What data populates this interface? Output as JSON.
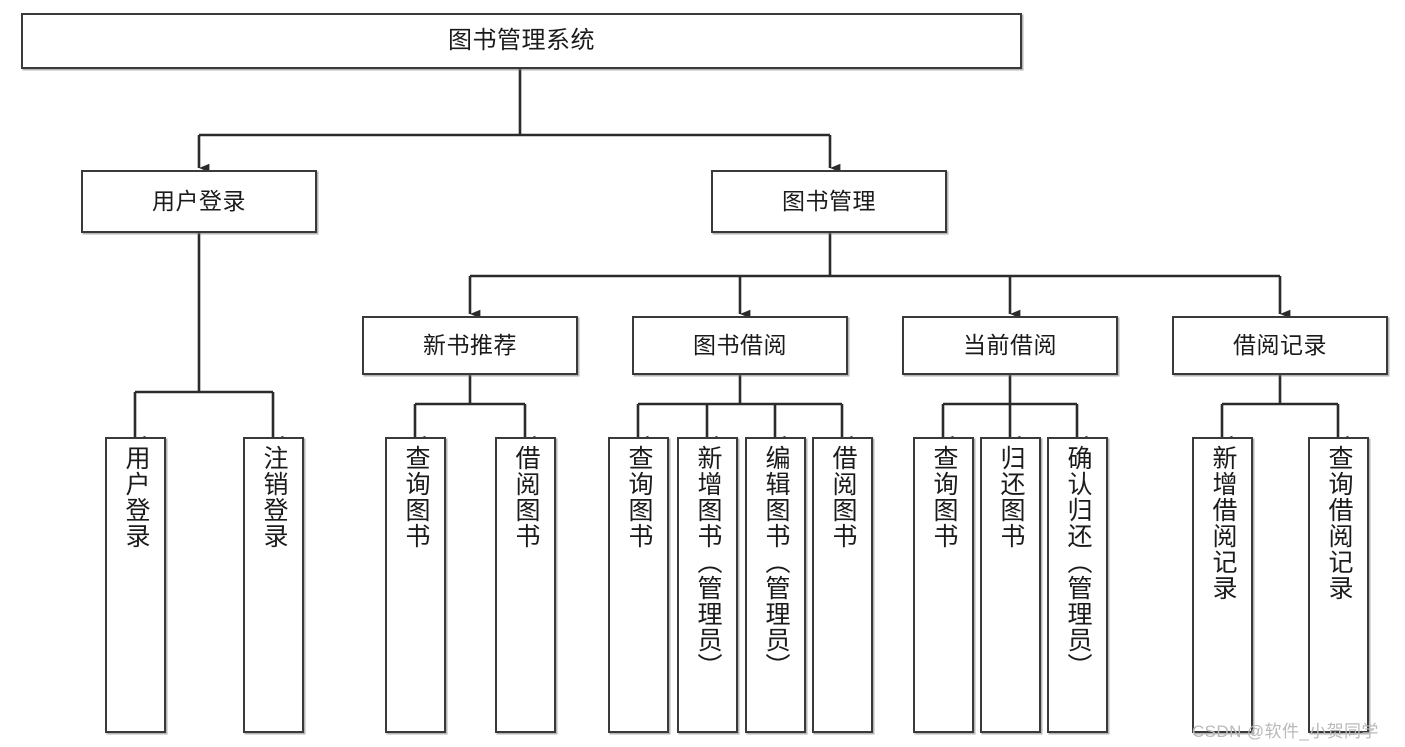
{
  "diagram": {
    "title": "图书管理系统",
    "type": "tree-hierarchy-diagram",
    "root": {
      "label": "图书管理系统"
    },
    "level2": [
      {
        "label": "用户登录"
      },
      {
        "label": "图书管理"
      }
    ],
    "level3": [
      {
        "label": "新书推荐"
      },
      {
        "label": "图书借阅"
      },
      {
        "label": "当前借阅"
      },
      {
        "label": "借阅记录"
      }
    ],
    "leaves": {
      "user_login": [
        {
          "label": "用户登录"
        },
        {
          "label": "注销登录"
        }
      ],
      "new_book_recommend": [
        {
          "label": "查询图书"
        },
        {
          "label": "借阅图书"
        }
      ],
      "book_borrow": [
        {
          "label": "查询图书"
        },
        {
          "label": "新增图书（管理员）"
        },
        {
          "label": "编辑图书（管理员）"
        },
        {
          "label": "借阅图书"
        }
      ],
      "current_borrow": [
        {
          "label": "查询图书"
        },
        {
          "label": "归还图书"
        },
        {
          "label": "确认归还（管理员）"
        }
      ],
      "borrow_record": [
        {
          "label": "新增借阅记录"
        },
        {
          "label": "查询借阅记录"
        }
      ]
    }
  },
  "watermark": {
    "text": "CSDN @软件_小贺同学"
  },
  "colors": {
    "box_border": "#3a3a3a",
    "box_fill": "#ffffff",
    "connector": "#2b2b2b",
    "text": "#1b1b1b",
    "watermark": "#b9b9b9"
  }
}
